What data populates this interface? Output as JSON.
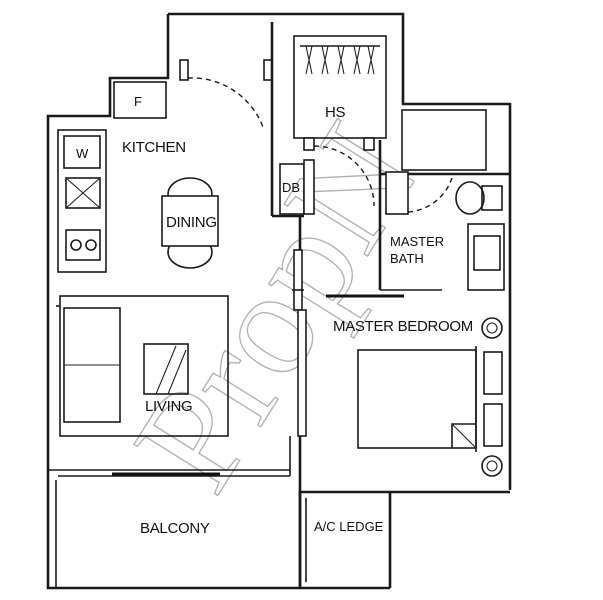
{
  "rooms": {
    "kitchen": "KITCHEN",
    "fridge": "F",
    "washer": "W",
    "dining": "DINING",
    "hs": "HS",
    "db": "DB",
    "master_bath_line1": "MASTER",
    "master_bath_line2": "BATH",
    "master_bedroom": "MASTER BEDROOM",
    "living": "LIVING",
    "balcony": "BALCONY",
    "ac_ledge": "A/C LEDGE"
  },
  "watermark": "PropN"
}
